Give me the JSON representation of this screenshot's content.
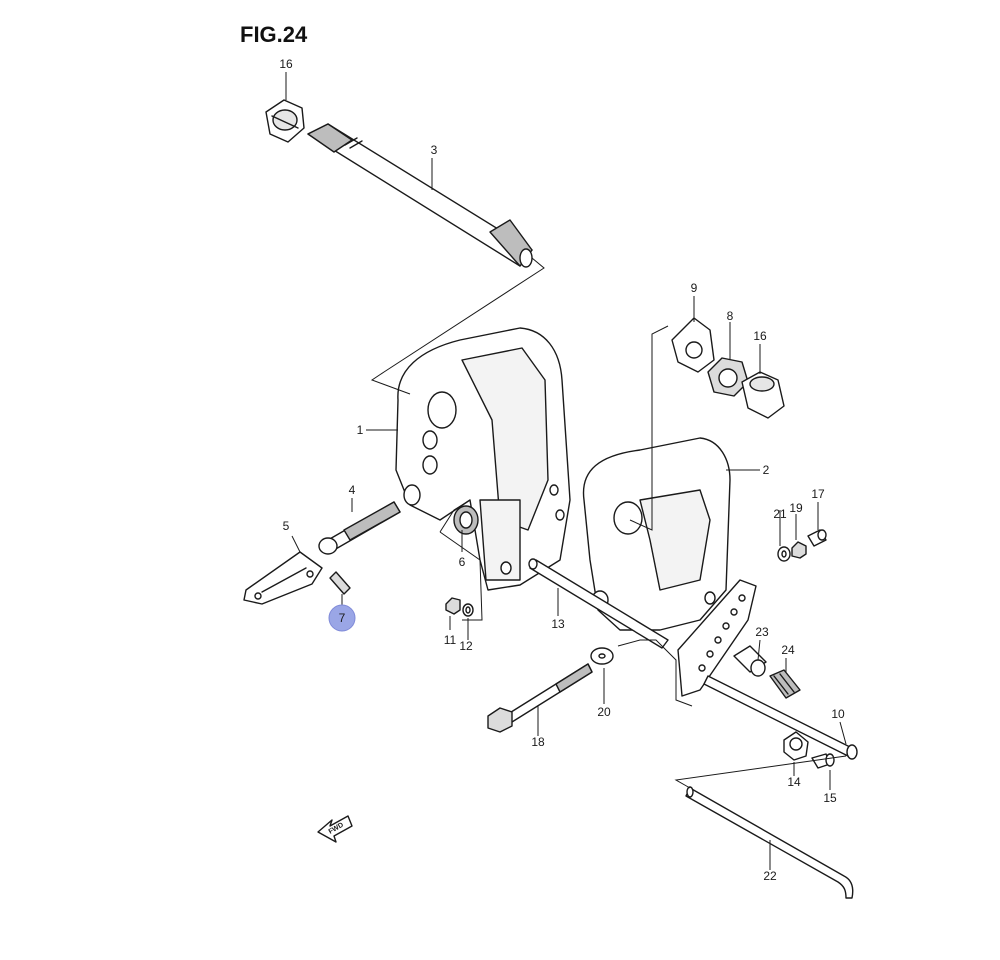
{
  "figure": {
    "title": "FIG.24"
  },
  "callouts": [
    {
      "id": "c16a",
      "label": "16"
    },
    {
      "id": "c3",
      "label": "3"
    },
    {
      "id": "c9",
      "label": "9"
    },
    {
      "id": "c8",
      "label": "8"
    },
    {
      "id": "c16b",
      "label": "16"
    },
    {
      "id": "c1",
      "label": "1"
    },
    {
      "id": "c2",
      "label": "2"
    },
    {
      "id": "c4",
      "label": "4"
    },
    {
      "id": "c5",
      "label": "5"
    },
    {
      "id": "c6",
      "label": "6"
    },
    {
      "id": "c7",
      "label": "7"
    },
    {
      "id": "c11",
      "label": "11"
    },
    {
      "id": "c12",
      "label": "12"
    },
    {
      "id": "c13",
      "label": "13"
    },
    {
      "id": "c17",
      "label": "17"
    },
    {
      "id": "c19",
      "label": "19"
    },
    {
      "id": "c21",
      "label": "21"
    },
    {
      "id": "c23",
      "label": "23"
    },
    {
      "id": "c24",
      "label": "24"
    },
    {
      "id": "c10",
      "label": "10"
    },
    {
      "id": "c14",
      "label": "14"
    },
    {
      "id": "c15",
      "label": "15"
    },
    {
      "id": "c18",
      "label": "18"
    },
    {
      "id": "c20",
      "label": "20"
    },
    {
      "id": "c22",
      "label": "22"
    }
  ],
  "highlight": {
    "part": "7",
    "color": "#9aa6e6"
  },
  "fwd_marker": {
    "label": "FWD"
  },
  "colors": {
    "ink": "#1a1a1a",
    "fill": "#ffffff",
    "shade": "#cfcfcf"
  }
}
